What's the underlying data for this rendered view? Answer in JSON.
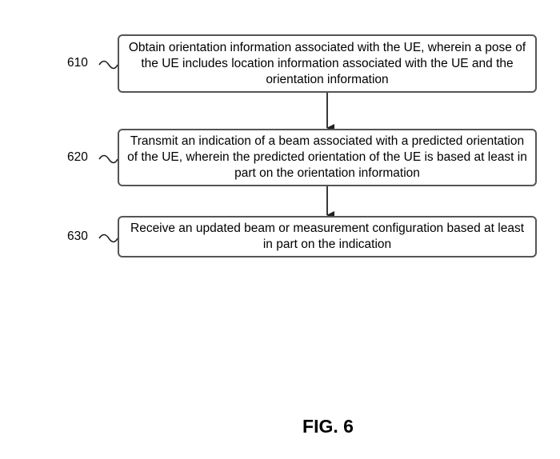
{
  "steps": [
    {
      "id": "610",
      "text": "Obtain orientation information associated with the UE, wherein a pose of the UE includes location information associated with the UE and the orientation information"
    },
    {
      "id": "620",
      "text": "Transmit an indication of a beam associated with a predicted orientation of the UE, wherein the predicted orientation of the UE is based at least in part on the orientation information"
    },
    {
      "id": "630",
      "text": "Receive an updated beam or measurement configuration based at least in part on the indication"
    }
  ],
  "figure_caption": "FIG. 6",
  "colors": {
    "box_border": "#555555",
    "arrow": "#222222",
    "text": "#000000"
  }
}
